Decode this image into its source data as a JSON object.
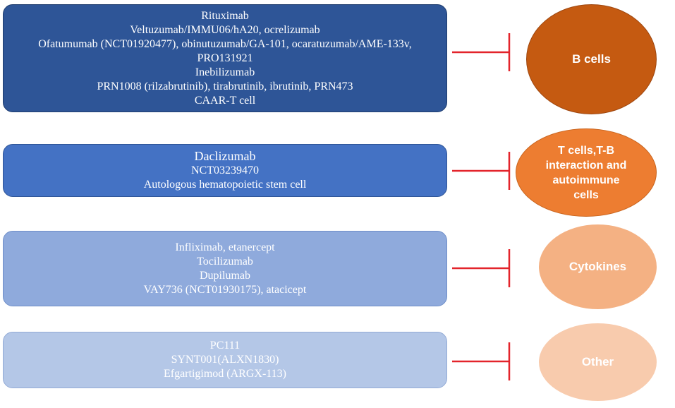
{
  "groups": [
    {
      "id": "b-cells",
      "target": "B cells",
      "lines": [
        "Rituximab",
        "Veltuzumab/IMMU06/hA20, ocrelizumab",
        "Ofatumumab (NCT01920477), obinutuzumab/GA-101, ocaratuzumab/AME-133v,",
        "PRO131921",
        "Inebilizumab",
        "PRN1008 (rilzabrutinib), tirabrutinib, ibrutinib, PRN473",
        "CAAR-T cell"
      ]
    },
    {
      "id": "t-cells",
      "target_lines": [
        "T cells,T-B",
        "interaction and",
        "autoimmune",
        "cells"
      ],
      "lines": [
        "Daclizumab",
        "NCT03239470",
        "Autologous hematopoietic stem cell"
      ]
    },
    {
      "id": "cytokines",
      "target": "Cytokines",
      "lines": [
        "Infliximab, etanercept",
        "Tocilizumab",
        "Dupilumab",
        "VAY736 (NCT01930175), atacicept"
      ]
    },
    {
      "id": "other",
      "target": "Other",
      "lines": [
        "PC111",
        "SYNT001(ALXN1830)",
        "Efgartigimod (ARGX-113)"
      ]
    }
  ],
  "colors": {
    "inhibition_line": "#e3242b",
    "box_b": "#2e5597",
    "box_t": "#4472c4",
    "box_c": "#8faadc",
    "box_o": "#b4c7e7",
    "ellipse_b": "#c55a11",
    "ellipse_t": "#ed7d31",
    "ellipse_c": "#f4b183",
    "ellipse_o": "#f8cbad"
  }
}
